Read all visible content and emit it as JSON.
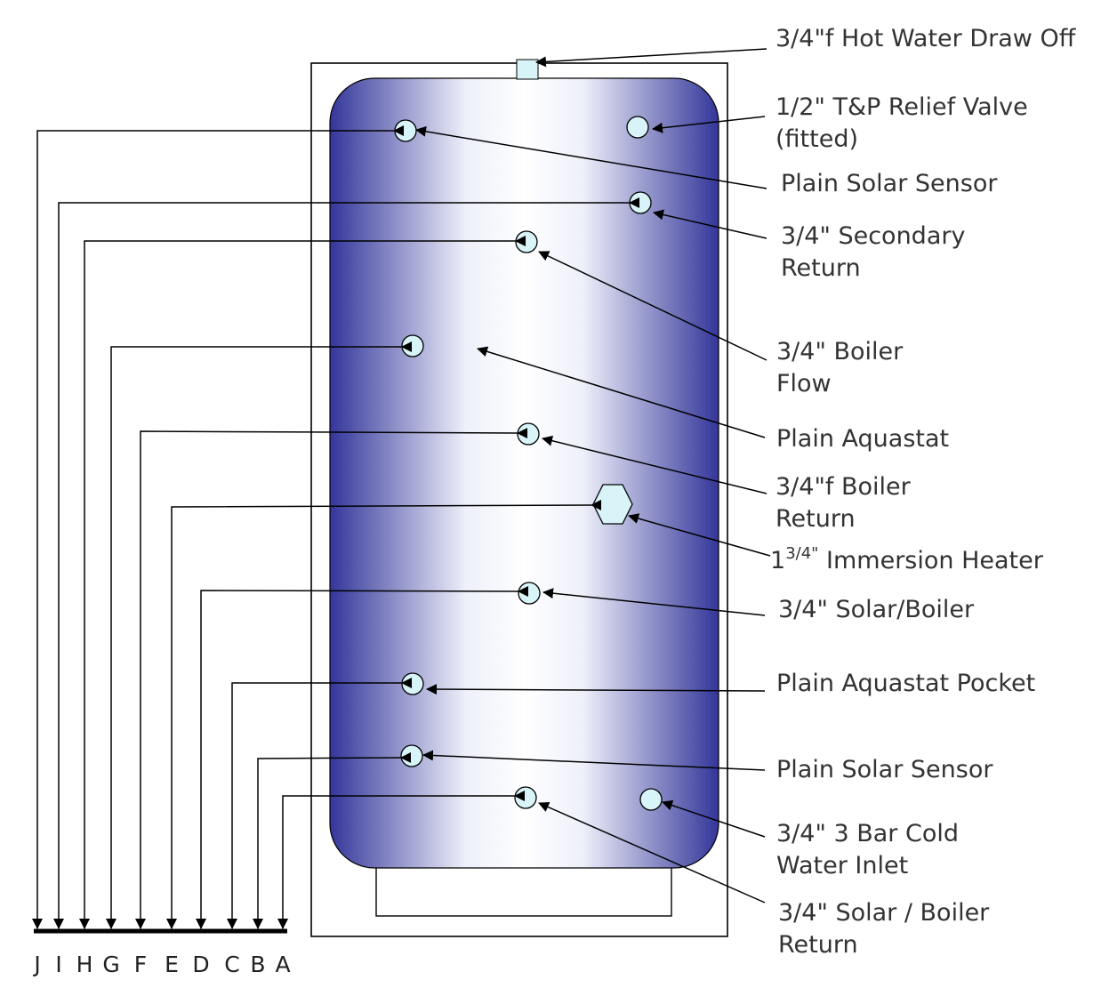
{
  "colors": {
    "tank_edge": "#34369a",
    "tank_center": "#ffffff",
    "port_fill": "#d8f4f8",
    "line": "#000000"
  },
  "labels": {
    "hot_draw_off": "3/4\"f Hot Water Draw Off",
    "tp_relief_1": "1/2\" T&P Relief Valve",
    "tp_relief_2": "(fitted)",
    "solar_sensor_top": "Plain Solar Sensor",
    "secondary_return_1": "3/4\" Secondary",
    "secondary_return_2": "Return",
    "boiler_flow_1": "3/4\" Boiler",
    "boiler_flow_2": "Flow",
    "aquastat": "Plain Aquastat",
    "boiler_return_1": "3/4\"f Boiler",
    "boiler_return_2": "Return",
    "immersion_prefix": "1",
    "immersion_fraction": "3/4\"",
    "immersion_rest": " Immersion Heater",
    "solar_boiler": "3/4\" Solar/Boiler",
    "aquastat_pocket": "Plain Aquastat Pocket",
    "solar_sensor_bottom": "Plain Solar Sensor",
    "cold_inlet_1": "3/4\" 3 Bar Cold",
    "cold_inlet_2": "Water Inlet",
    "solar_boiler_return_1": "3/4\" Solar / Boiler",
    "solar_boiler_return_2": "Return"
  },
  "axis_letters": [
    "J",
    "I",
    "H",
    "G",
    "F",
    "E",
    "D",
    "C",
    "B",
    "A"
  ]
}
